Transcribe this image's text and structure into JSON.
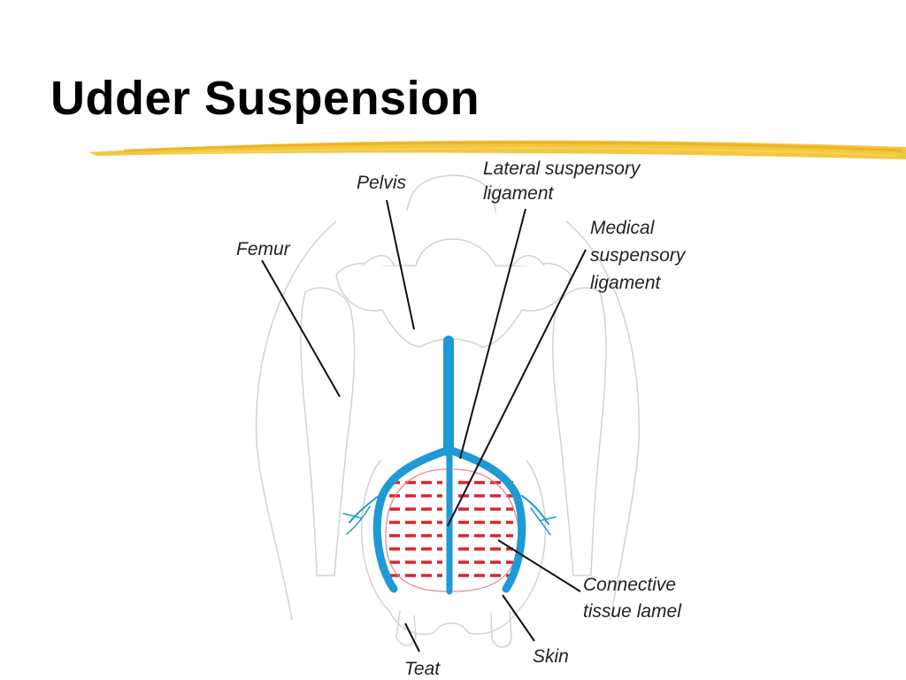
{
  "slide": {
    "title": "Udder Suspension"
  },
  "colors": {
    "title_underline": "#f2c12e",
    "ligament": "#1e9ad6",
    "lamellae": "#d9242f",
    "outline": "#d2d2d2",
    "leader_lines": "#111111"
  },
  "diagram": {
    "labels": {
      "pelvis": "Pelvis",
      "femur": "Femur",
      "lateral_line1": "Lateral suspensory",
      "lateral_line2": "ligament",
      "medial_line1": "Medical",
      "medial_line2": "suspensory",
      "medial_line3": "ligament",
      "connective_line1": "Connective",
      "connective_line2": "tissue lamel",
      "skin": "Skin",
      "teat": "Teat"
    }
  }
}
